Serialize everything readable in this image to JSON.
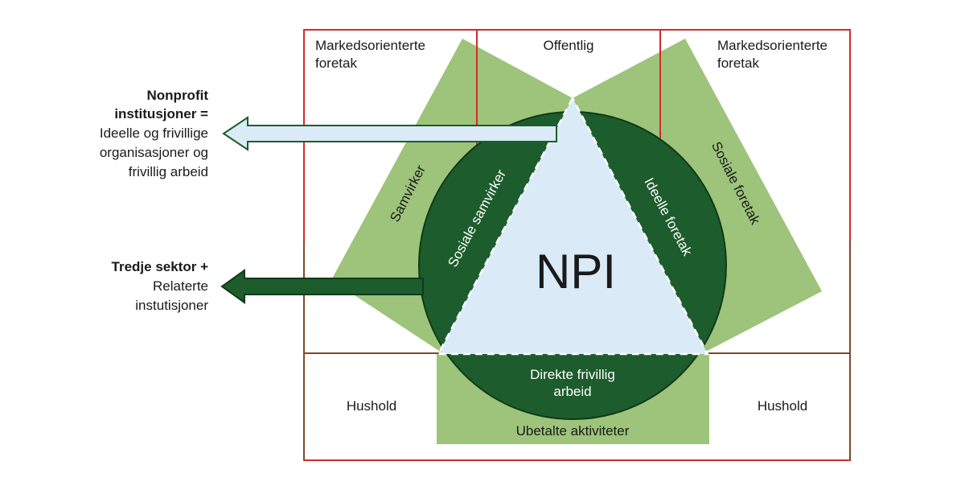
{
  "sectors": {
    "top_left": [
      "Markedsorienterte",
      "foretak"
    ],
    "top_center": "Offentlig",
    "top_right": [
      "Markedsorienterte",
      "foretak"
    ],
    "bottom_left": "Hushold",
    "bottom_right": "Hushold"
  },
  "bands": {
    "left": "Samvirker",
    "right": "Sosiale foretak",
    "bottom": "Ubetalte aktiviteter"
  },
  "circle_segments": {
    "left": "Sosiale samvirker",
    "right": "Ideelle foretak",
    "bottom": [
      "Direkte frivillig",
      "arbeid"
    ]
  },
  "center": "NPI",
  "annotations": {
    "nonprofit": {
      "bold": [
        "Nonprofit",
        "institusjoner ="
      ],
      "text": [
        "Ideelle og frivillige",
        "organisasjoner og",
        "frivillig arbeid"
      ]
    },
    "third_sector": {
      "bold": "Tredje sektor +",
      "text": [
        "Relaterte",
        "instutisjoner"
      ]
    }
  },
  "colors": {
    "light_green": "#9dc47a",
    "dark_green": "#1d5c2c",
    "light_blue": "#daeaf7",
    "red_line": "#d42a2a",
    "brown_line": "#7a4a2a"
  }
}
